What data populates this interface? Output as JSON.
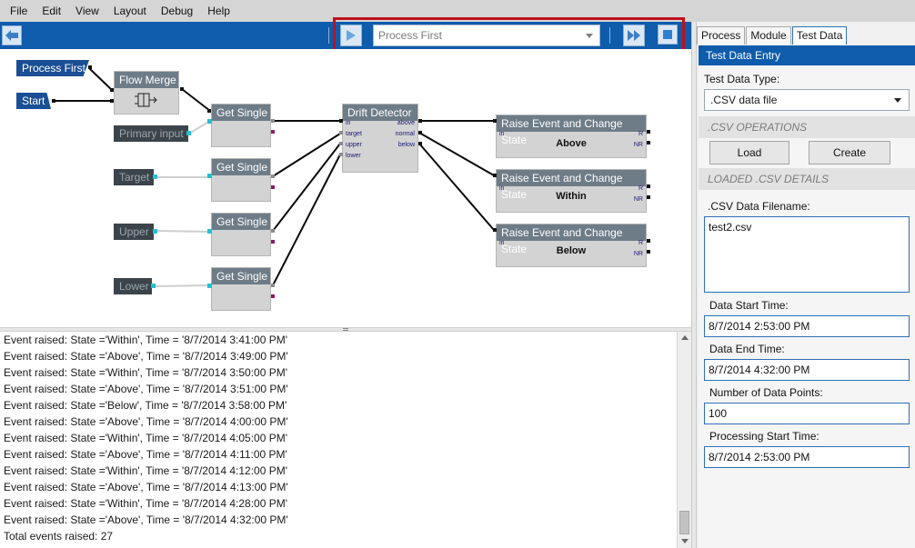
{
  "menu": [
    "File",
    "Edit",
    "View",
    "Layout",
    "Debug",
    "Help"
  ],
  "toolbar": {
    "process_dropdown": "Process First"
  },
  "canvas": {
    "tags": {
      "process_first": "Process First",
      "start": "Start",
      "primary_input": "Primary input",
      "target": "Target",
      "upper": "Upper",
      "lower": "Lower"
    },
    "flow_merge": "Flow Merge",
    "get_single": "Get Single",
    "drift": {
      "title": "Drift Detector",
      "in_ports": [
        "in",
        "target",
        "upper",
        "lower"
      ],
      "out_ports": [
        "above",
        "normal",
        "below"
      ]
    },
    "raise": {
      "title": "Raise Event and Change State",
      "in_port": "in",
      "out_ports": [
        "R",
        "NR"
      ],
      "states": [
        "Above",
        "Within",
        "Below"
      ]
    }
  },
  "log": {
    "lines": [
      "Event raised: State ='Within', Time = '8/7/2014 3:41:00 PM'",
      "Event raised: State ='Above', Time = '8/7/2014 3:49:00 PM'",
      "Event raised: State ='Within', Time = '8/7/2014 3:50:00 PM'",
      "Event raised: State ='Above', Time = '8/7/2014 3:51:00 PM'",
      "Event raised: State ='Below', Time = '8/7/2014 3:58:00 PM'",
      "Event raised: State ='Above', Time = '8/7/2014 4:00:00 PM'",
      "Event raised: State ='Within', Time = '8/7/2014 4:05:00 PM'",
      "Event raised: State ='Above', Time = '8/7/2014 4:11:00 PM'",
      "Event raised: State ='Within', Time = '8/7/2014 4:12:00 PM'",
      "Event raised: State ='Above', Time = '8/7/2014 4:13:00 PM'",
      "Event raised: State ='Within', Time = '8/7/2014 4:28:00 PM'",
      "Event raised: State ='Above', Time = '8/7/2014 4:32:00 PM'",
      "Total events raised: 27"
    ]
  },
  "panel": {
    "tabs": [
      "Process",
      "Module",
      "Test Data"
    ],
    "active_tab": "Test Data",
    "header": "Test Data Entry",
    "type_label": "Test Data Type:",
    "type_value": ".CSV data file",
    "section_ops": ".CSV OPERATIONS",
    "load_label": "Load",
    "create_label": "Create",
    "section_details": "LOADED .CSV DETAILS",
    "filename_label": ".CSV Data Filename:",
    "filename_value": "test2.csv",
    "start_label": "Data Start Time:",
    "start_value": "8/7/2014 2:53:00 PM",
    "end_label": "Data End Time:",
    "end_value": "8/7/2014 4:32:00 PM",
    "points_label": "Number of Data Points:",
    "points_value": "100",
    "proc_label": "Processing Start Time:",
    "proc_value": "8/7/2014 2:53:00 PM"
  },
  "colors": {
    "accent": "#0e5cab",
    "highlight": "#c0111d",
    "block_header": "#6e7c88"
  }
}
